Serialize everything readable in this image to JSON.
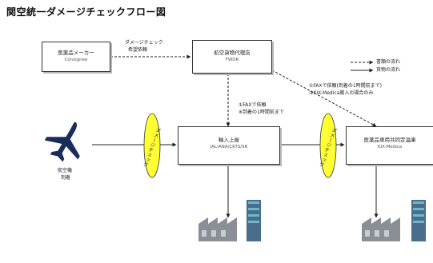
{
  "title": "関空統一ダメージチェックフロー図",
  "nodes": {
    "pharma_maker": {
      "line1": "医薬品メーカー",
      "line2": "Consignee"
    },
    "forwarder": {
      "line1": "航空貨物代理店",
      "line2": "FWDR"
    },
    "importer": {
      "line1": "輸入上屋",
      "line2": "JAL/ANA/CKTS/SR"
    },
    "pharma_warehouse": {
      "line1": "医薬品専用共同定温庫",
      "line2": "KIX-Medica"
    },
    "airplane": {
      "line1": "航空機",
      "line2": "到着"
    }
  },
  "labels": {
    "damage_request": [
      "ダメージチェック",
      "希望依頼"
    ],
    "importer_note": [
      "①FAXで依頼",
      "※到着の1時間前まで"
    ],
    "medica_note": [
      "①FAXで依頼(到着の1時間前まで)",
      "②KIX-Medica搬入の場合のみ"
    ]
  },
  "legend": {
    "dashed": "書類の流れ",
    "solid": "貨物の流れ"
  },
  "checker": "ダメージチェック",
  "colors": {
    "oval_fill": "#ffff33",
    "airplane": "#1a2d5a"
  }
}
